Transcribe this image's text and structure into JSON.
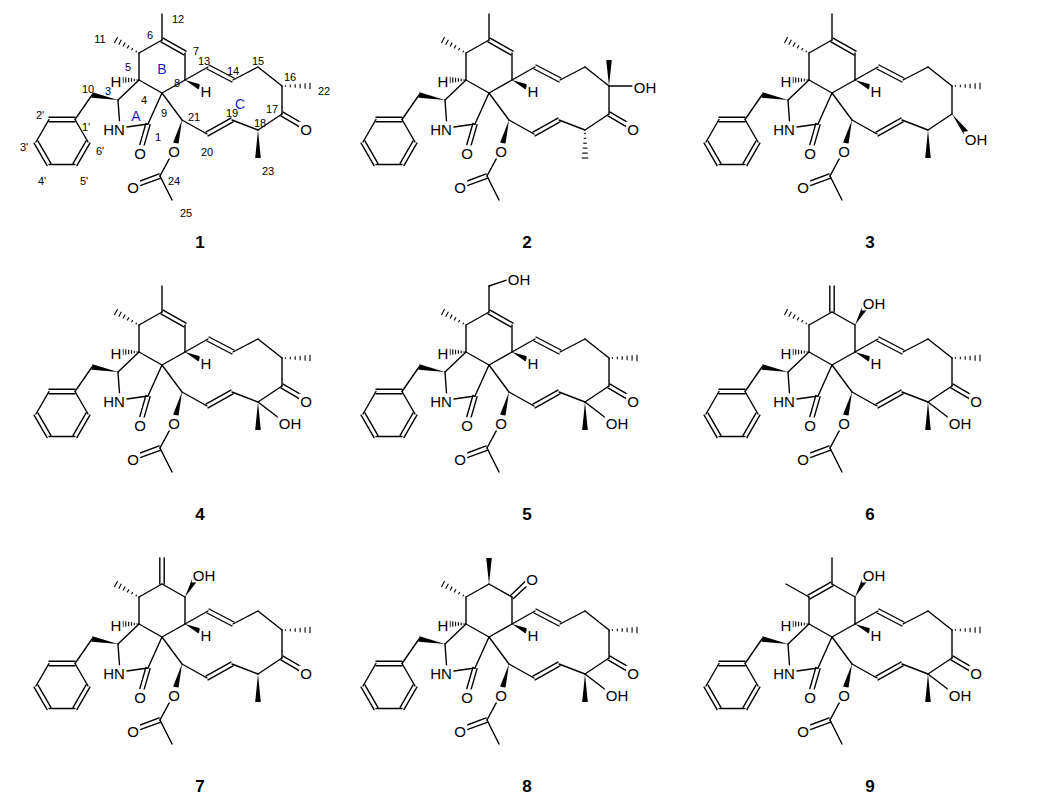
{
  "diagram": {
    "labels": [
      "12",
      "11",
      "6",
      "7",
      "B",
      "5",
      "H",
      "4",
      "8",
      "H",
      "9",
      "3",
      "10",
      "HN",
      "A",
      "1",
      "O",
      "2'",
      "1'",
      "3'",
      "4'",
      "5'",
      "6'",
      "13",
      "14",
      "15",
      "16",
      "22",
      "C",
      "17",
      "O",
      "18",
      "23",
      "19",
      "20",
      "21",
      "O",
      "24",
      "O",
      "25",
      "1",
      "H",
      "H",
      "HN",
      "O",
      "O",
      "O",
      "O",
      "OH",
      "2",
      "H",
      "H",
      "HN",
      "O",
      "O",
      "O",
      "OH",
      "3",
      "H",
      "H",
      "HN",
      "O",
      "O",
      "O",
      "O",
      "OH",
      "4",
      "H",
      "H",
      "HN",
      "O",
      "O",
      "O",
      "O",
      "OH",
      "OH",
      "5",
      "H",
      "H",
      "HN",
      "O",
      "O",
      "O",
      "O",
      "OH",
      "OH",
      "6",
      "H",
      "H",
      "HN",
      "O",
      "O",
      "O",
      "O",
      "OH",
      "7",
      "H",
      "H",
      "HN",
      "O",
      "O",
      "O",
      "O",
      "OH",
      "O",
      "8",
      "H",
      "H",
      "HN",
      "O",
      "O",
      "O",
      "O",
      "OH",
      "OH",
      "9"
    ]
  }
}
